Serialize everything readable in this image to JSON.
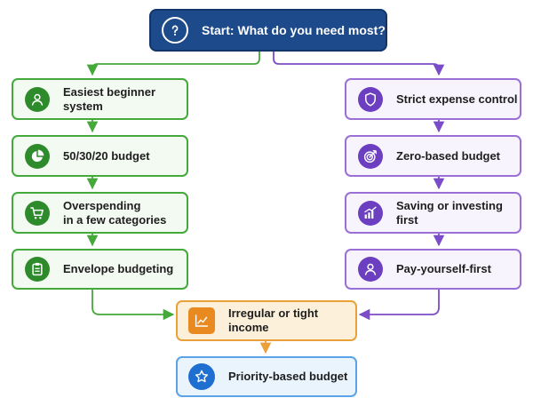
{
  "start": {
    "label": "Start: What do you need most?",
    "icon": "question-icon"
  },
  "left_branch": [
    {
      "label": "Easiest beginner system",
      "icon": "person-icon"
    },
    {
      "label": "50/30/20 budget",
      "icon": "pie-chart-icon"
    },
    {
      "label": "Overspending\nin a few categories",
      "icon": "shopping-cart-icon"
    },
    {
      "label": "Envelope budgeting",
      "icon": "clipboard-icon"
    }
  ],
  "right_branch": [
    {
      "label": "Strict expense control",
      "icon": "shield-icon"
    },
    {
      "label": "Zero-based budget",
      "icon": "target-icon"
    },
    {
      "label": "Saving or investing first",
      "icon": "bar-chart-icon"
    },
    {
      "label": "Pay-yourself-first",
      "icon": "person-icon"
    }
  ],
  "merge": {
    "label": "Irregular or tight income",
    "icon": "line-chart-icon"
  },
  "result": {
    "label": "Priority-based budget",
    "icon": "star-icon"
  },
  "colors": {
    "start": "#1c4a8a",
    "left_branch": "#45a83b",
    "right_branch": "#8a5cd0",
    "merge": "#eaa13a",
    "result": "#5aa3e6"
  }
}
